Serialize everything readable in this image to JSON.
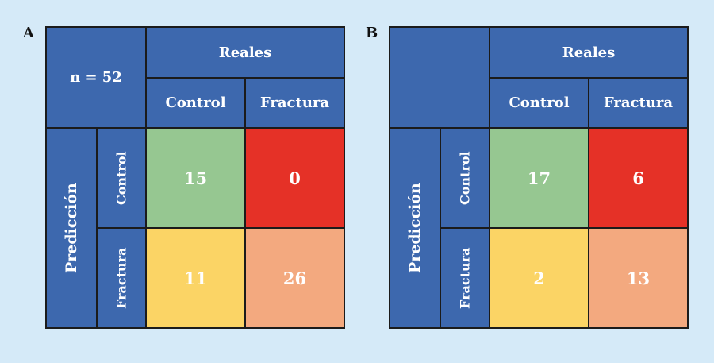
{
  "figure": {
    "background_color": "#D5EAF8"
  },
  "colors": {
    "figure-bg": "#D5EAF8",
    "line-color": "#1B1B1B",
    "label-text": "#111111",
    "cell-text": "#FFFFFF",
    "cell-blue": "#3D68AE",
    "cell-green": "#96C791",
    "cell-red": "#E53127",
    "cell-yellow": "#FBD465",
    "cell-salmon": "#F3A97F"
  },
  "chart_data": [
    {
      "type": "heatmap",
      "panel_label": "A",
      "corner_text": "n = 52",
      "top_axis_label": "Reales",
      "left_axis_label": "Predicción",
      "col_headers": [
        "Control",
        "Fractura"
      ],
      "row_headers": [
        "Control",
        "Fractura"
      ],
      "matrix": [
        [
          15,
          0
        ],
        [
          11,
          26
        ]
      ],
      "cell_color_names": [
        [
          "green",
          "red"
        ],
        [
          "yellow",
          "salmon"
        ]
      ]
    },
    {
      "type": "heatmap",
      "panel_label": "B",
      "corner_text": "",
      "top_axis_label": "Reales",
      "left_axis_label": "Predicción",
      "col_headers": [
        "Control",
        "Fractura"
      ],
      "row_headers": [
        "Control",
        "Fractura"
      ],
      "matrix": [
        [
          17,
          6
        ],
        [
          2,
          13
        ]
      ],
      "cell_color_names": [
        [
          "green",
          "red"
        ],
        [
          "yellow",
          "salmon"
        ]
      ]
    }
  ]
}
